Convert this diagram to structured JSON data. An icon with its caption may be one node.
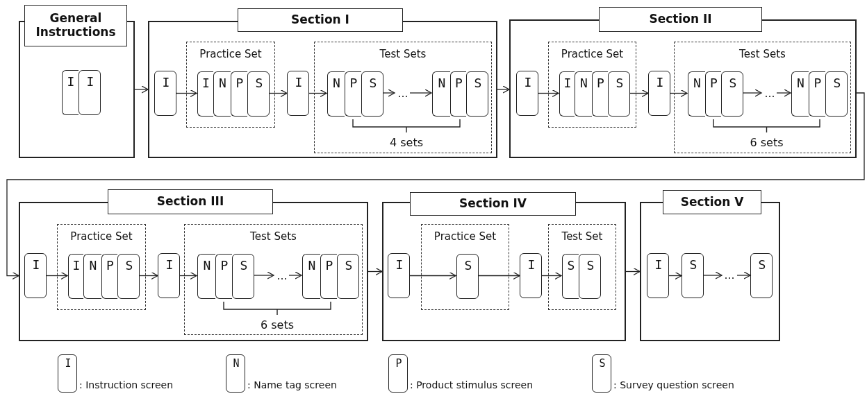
{
  "diagram": {
    "nodes": [
      {
        "text": [
          "General Instructions"
        ]
      },
      {
        "text": [
          "I"
        ],
        "in": 0
      },
      {
        "text": [
          "I"
        ],
        "in": 0
      },
      {
        "text": [
          "Section I"
        ]
      },
      {
        "text": [
          "I"
        ],
        "in": 3
      },
      {
        "text": [
          "Practice Set"
        ],
        "in": 3
      },
      {
        "text": [
          "I"
        ],
        "in": 5
      },
      {
        "text": [
          "N"
        ],
        "in": 5
      },
      {
        "text": [
          "P"
        ],
        "in": 5
      },
      {
        "text": [
          "S"
        ],
        "in": 5
      },
      {
        "text": [
          "I"
        ],
        "in": 3
      },
      {
        "text": [
          "Test Sets"
        ],
        "in": 3
      },
      {
        "text": [
          "N"
        ],
        "in": 11
      },
      {
        "text": [
          "P"
        ],
        "in": 11
      },
      {
        "text": [
          "S"
        ],
        "in": 11
      },
      {
        "text": [
          "…"
        ],
        "in": 11
      },
      {
        "text": [
          "N"
        ],
        "in": 11
      },
      {
        "text": [
          "P"
        ],
        "in": 11
      },
      {
        "text": [
          "S"
        ],
        "in": 11
      },
      {
        "text": [
          "Section II"
        ]
      },
      {
        "text": [
          "I"
        ],
        "in": 19
      },
      {
        "text": [
          "Practice Set"
        ],
        "in": 19
      },
      {
        "text": [
          "I"
        ],
        "in": 21
      },
      {
        "text": [
          "N"
        ],
        "in": 21
      },
      {
        "text": [
          "P"
        ],
        "in": 21
      },
      {
        "text": [
          "S"
        ],
        "in": 21
      },
      {
        "text": [
          "I"
        ],
        "in": 19
      },
      {
        "text": [
          "Test Sets"
        ],
        "in": 19
      },
      {
        "text": [
          "N"
        ],
        "in": 27
      },
      {
        "text": [
          "P"
        ],
        "in": 27
      },
      {
        "text": [
          "S"
        ],
        "in": 27
      },
      {
        "text": [
          "…"
        ],
        "in": 27
      },
      {
        "text": [
          "N"
        ],
        "in": 27
      },
      {
        "text": [
          "P"
        ],
        "in": 27
      },
      {
        "text": [
          "S"
        ],
        "in": 27
      },
      {
        "text": [
          "Section III"
        ]
      },
      {
        "text": [
          "I"
        ],
        "in": 35
      },
      {
        "text": [
          "Practice Set"
        ],
        "in": 35
      },
      {
        "text": [
          "I"
        ],
        "in": 37
      },
      {
        "text": [
          "N"
        ],
        "in": 37
      },
      {
        "text": [
          "P"
        ],
        "in": 37
      },
      {
        "text": [
          "S"
        ],
        "in": 37
      },
      {
        "text": [
          "I"
        ],
        "in": 35
      },
      {
        "text": [
          "Test Sets"
        ],
        "in": 35
      },
      {
        "text": [
          "N"
        ],
        "in": 43
      },
      {
        "text": [
          "P"
        ],
        "in": 43
      },
      {
        "text": [
          "S"
        ],
        "in": 43
      },
      {
        "text": [
          "…"
        ],
        "in": 43
      },
      {
        "text": [
          "N"
        ],
        "in": 43
      },
      {
        "text": [
          "P"
        ],
        "in": 43
      },
      {
        "text": [
          "S"
        ],
        "in": 43
      },
      {
        "text": [
          "Section IV"
        ]
      },
      {
        "text": [
          "I"
        ],
        "in": 51
      },
      {
        "text": [
          "Practice Set"
        ],
        "in": 51
      },
      {
        "text": [
          "S"
        ],
        "in": 53
      },
      {
        "text": [
          "I"
        ],
        "in": 51
      },
      {
        "text": [
          "Test Set"
        ],
        "in": 51
      },
      {
        "text": [
          "S"
        ],
        "in": 56
      },
      {
        "text": [
          "S"
        ],
        "in": 56
      },
      {
        "text": [
          "Section V"
        ]
      },
      {
        "text": [
          "I"
        ],
        "in": 59
      },
      {
        "text": [
          "S"
        ],
        "in": 59
      },
      {
        "text": [
          "…"
        ],
        "in": 59
      },
      {
        "text": [
          "S"
        ],
        "in": 59
      },
      {
        "text": [
          "I"
        ],
        "beside": [
          ": Instruction screen"
        ]
      },
      {
        "text": [
          "N"
        ],
        "beside": [
          ": Name tag screen"
        ]
      },
      {
        "text": [
          "P"
        ],
        "beside": [
          ": Product stimulus screen"
        ]
      },
      {
        "text": [
          "S"
        ],
        "beside": [
          ": Survey question screen"
        ]
      }
    ],
    "edges": [
      {
        "from": 0,
        "to": 3,
        "arrow": "to"
      },
      {
        "from": 4,
        "to": 6,
        "arrow": "to"
      },
      {
        "from": 9,
        "to": 10,
        "arrow": "to"
      },
      {
        "from": 10,
        "to": 12,
        "arrow": "to"
      },
      {
        "from": 14,
        "to": 15,
        "arrow": "to"
      },
      {
        "from": 15,
        "to": 16,
        "arrow": "to"
      },
      {
        "from": 3,
        "to": 19,
        "arrow": "to"
      },
      {
        "from": 20,
        "to": 22,
        "arrow": "to"
      },
      {
        "from": 25,
        "to": 26,
        "arrow": "to"
      },
      {
        "from": 26,
        "to": 28,
        "arrow": "to"
      },
      {
        "from": 30,
        "to": 31,
        "arrow": "to"
      },
      {
        "from": 31,
        "to": 32,
        "arrow": "to"
      },
      {
        "from": 19,
        "to": 35,
        "arrow": "to"
      },
      {
        "from": 36,
        "to": 38,
        "arrow": "to"
      },
      {
        "from": 41,
        "to": 42,
        "arrow": "to"
      },
      {
        "from": 42,
        "to": 44,
        "arrow": "to"
      },
      {
        "from": 46,
        "to": 47,
        "arrow": "to"
      },
      {
        "from": 47,
        "to": 48,
        "arrow": "to"
      },
      {
        "from": 35,
        "to": 51,
        "arrow": "to"
      },
      {
        "from": 52,
        "to": 54,
        "arrow": "to"
      },
      {
        "from": 54,
        "to": 55,
        "arrow": "to"
      },
      {
        "from": 55,
        "to": 57,
        "arrow": "to"
      },
      {
        "from": 51,
        "to": 59,
        "arrow": "to"
      },
      {
        "from": 60,
        "to": 61,
        "arrow": "to"
      },
      {
        "from": 61,
        "to": 62,
        "arrow": "to"
      },
      {
        "from": 62,
        "to": 63,
        "arrow": "to"
      }
    ],
    "labels": [
      "4 sets",
      "6 sets",
      "6 sets"
    ]
  }
}
